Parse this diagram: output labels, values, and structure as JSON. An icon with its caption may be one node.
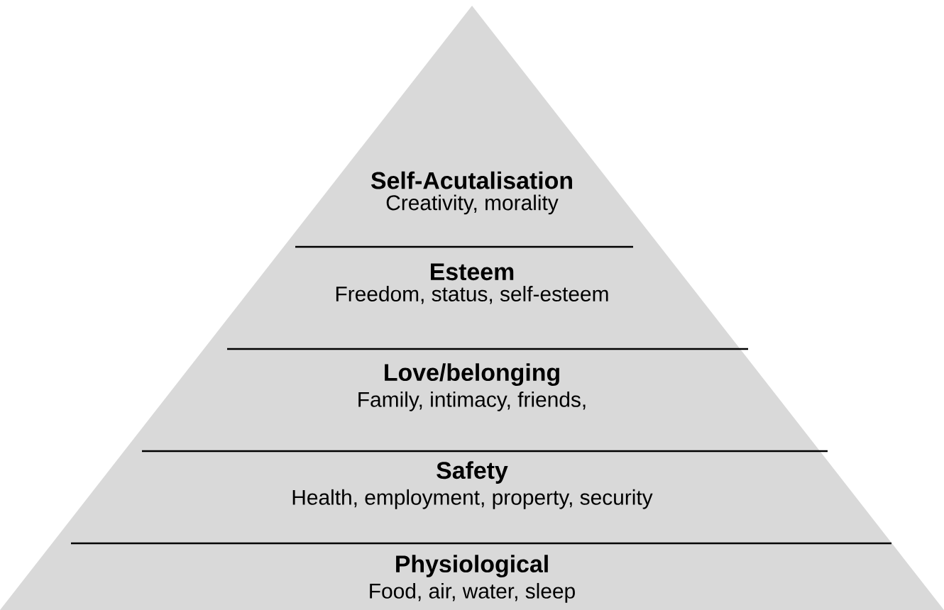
{
  "diagram": {
    "nodes": [
      {
        "text": [
          "Self-Acutalisation",
          "Creativity, morality"
        ]
      },
      {
        "text": [
          "Esteem",
          "Freedom, status, self-esteem"
        ]
      },
      {
        "text": [
          "Love/belonging",
          "Family, intimacy, friends,"
        ]
      },
      {
        "text": [
          "Safety",
          "Health, employment, property, security"
        ]
      },
      {
        "text": [
          "Physiological",
          "Food, air, water, sleep"
        ]
      }
    ]
  }
}
